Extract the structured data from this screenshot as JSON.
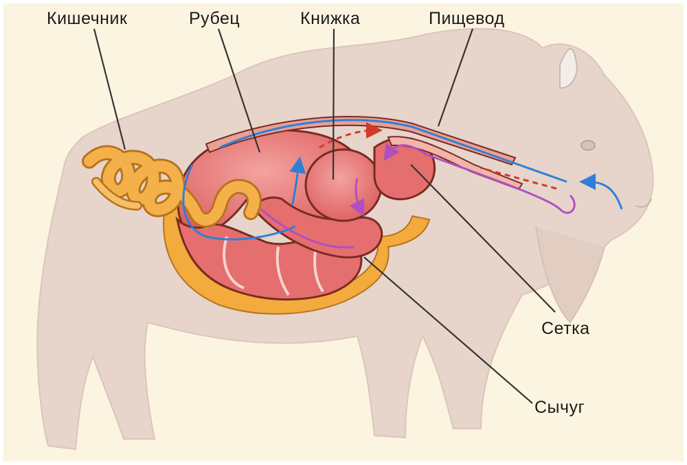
{
  "labels": {
    "intestine": "Кишечник",
    "rumen": "Рубец",
    "omasum": "Книжка",
    "esophagus": "Пищевод",
    "reticulum": "Сетка",
    "abomasum": "Сычуг"
  },
  "colors": {
    "background": "#fbf4e0",
    "body_silhouette": "#e7d4cb",
    "stomach_fill": "#e56e6e",
    "stomach_outline": "#7a2a22",
    "intestine_fill": "#f4b14a",
    "fat_layer": "#f2ab3c",
    "food_path_blue": "#2f7fd6",
    "food_path_purple": "#b04fc0",
    "leader_line": "#333333"
  }
}
